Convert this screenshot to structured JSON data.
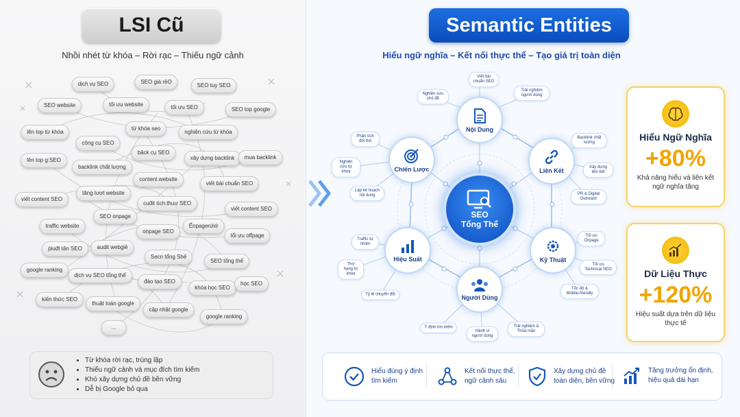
{
  "left": {
    "title": "LSI Cũ",
    "subtitle": "Nhồi nhét từ khóa – Rời rạc – Thiếu ngữ cảnh",
    "pills": [
      "dịch vụ SEO",
      "SEO giá rẻO",
      "SEO tuy SEO",
      "SEO website",
      "tối ưu website",
      "tối ưu SEO",
      "SEO top google",
      "lên top từ khóa",
      "từ khóa seo",
      "nghiên cứu từ khóa",
      "công cụ SEO",
      "bâck cụ SEO",
      "lên top g:SEO",
      "xây dựng backlink",
      "mua backlink",
      "backlink chất lượng",
      "content website",
      "viết bài chuẩn SEO",
      "tăng lượt website",
      "viết content SEO",
      "cuđit tích:thuư SEO",
      "viết content SEO",
      "SEO onpage",
      "traffic website",
      "onpage SEO",
      "Ếnpagerứiớ",
      "tối ưu offpage",
      "audit webgiẻ",
      "ṗiuđt tân SEO",
      "Secn tổng Shế",
      "SEO tổng thể",
      "google ranking",
      "dịch vụ SEO tổng thể",
      "đào tạo SEO",
      "khóa học SEO",
      "học SEO",
      "kiến thức SEO",
      "thuật toán google",
      "cập nhật google",
      "google ranking",
      "..."
    ],
    "drawbacks": [
      "Từ khóa rời rạc, trùng lặp",
      "Thiếu ngữ cảnh và mục đích tìm kiếm",
      "Khó xây dựng chủ đề bền vững",
      "Dễ bị Google bỏ qua"
    ]
  },
  "right": {
    "title": "Semantic Entities",
    "subtitle": "Hiểu ngữ nghĩa – Kết nối thực thể – Tạo giá trị toàn diện",
    "center": {
      "line1": "SEO",
      "line2": "Tổng Thể"
    },
    "nodes": [
      "Nội Dung",
      "Liên Kết",
      "Kỹ Thuật",
      "Người Dùng",
      "Hiệu Suất",
      "Chiến Lược"
    ],
    "satellites": [
      "Viết bài chuẩn SEO",
      "Nghiên cứu chủ đề",
      "Trải nghiệm người dùng",
      "Backlink chất lượng",
      "Xây dựng liên kết",
      "PR & Digital Outreach",
      "Tối ưu Onpage",
      "Tối ưu Technical SEO",
      "Tốc độ & Mobile-friendly",
      "Trải nghiệm & Thỏa mãn",
      "Hành vi người dùng",
      "Ý định tìm kiếm",
      "Tỷ lệ chuyển đổi",
      "Thứ hạng từ khóa",
      "Traffic tự nhiên",
      "Lập kế hoạch nội dung",
      "Nghiên cứu từ khóa",
      "Phân tích đối thủ"
    ],
    "cards": [
      {
        "title": "Hiểu Ngữ Nghĩa",
        "value": "+80%",
        "desc": "Khả năng hiểu và liên kết ngữ nghĩa tăng"
      },
      {
        "title": "Dữ Liệu Thực",
        "value": "+120%",
        "desc": "Hiệu suất dựa trên dữ liệu thực tế"
      }
    ],
    "benefits": [
      {
        "l1": "Hiểu đúng ý định",
        "l2": "tìm kiếm"
      },
      {
        "l1": "Kết nối thực thể,",
        "l2": "ngữ cảnh sâu"
      },
      {
        "l1": "Xây dựng chủ đề",
        "l2": "toàn diện, bền vững"
      },
      {
        "l1": "Tăng trưởng ổn định,",
        "l2": "hiệu quả dài hạn"
      }
    ]
  },
  "colors": {
    "primary_blue": "#0a4cbd",
    "gold": "#f0a500"
  }
}
